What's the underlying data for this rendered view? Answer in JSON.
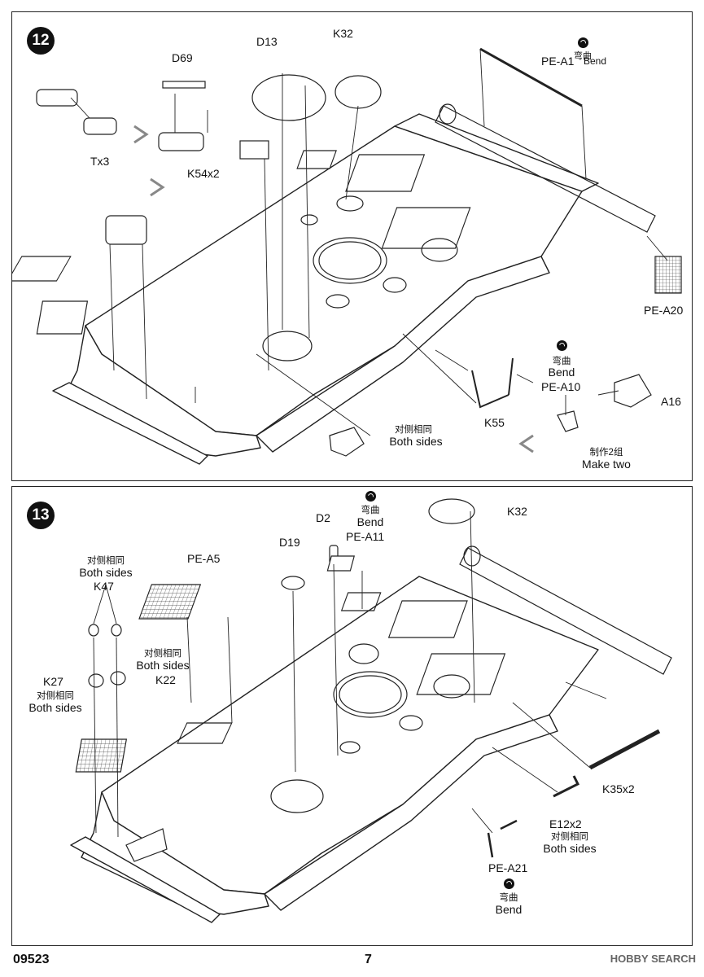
{
  "step12": {
    "number": "12",
    "labels": {
      "d13": "D13",
      "k32": "K32",
      "d69": "D69",
      "pe_a1": "PE-A1",
      "pe_a1_bend_cn": "弯曲",
      "pe_a1_bend": "Bend",
      "tx3": "Tx3",
      "k54x2": "K54x2",
      "pe_a20": "PE-A20",
      "pe_a10_bend_cn": "弯曲",
      "pe_a10_bend": "Bend",
      "pe_a10": "PE-A10",
      "a16": "A16",
      "k55": "K55",
      "both_sides_cn": "对侧相同",
      "both_sides": "Both sides",
      "make_two_cn": "制作2组",
      "make_two": "Make two"
    }
  },
  "step13": {
    "number": "13",
    "labels": {
      "k32": "K32",
      "d2": "D2",
      "pe_a11_bend_cn": "弯曲",
      "pe_a11_bend": "Bend",
      "pe_a11": "PE-A11",
      "d19": "D19",
      "pe_a5": "PE-A5",
      "k47_both_cn": "对侧相同",
      "k47_both": "Both sides",
      "k47": "K47",
      "k22_both_cn": "对侧相同",
      "k22_both": "Both sides",
      "k27": "K27",
      "k22": "K22",
      "k27_both_cn": "对侧相同",
      "k27_both": "Both sides",
      "k35x2": "K35x2",
      "e12x2": "E12x2",
      "e12_both_cn": "对侧相同",
      "e12_both": "Both sides",
      "pe_a21": "PE-A21",
      "pe_a21_bend_cn": "弯曲",
      "pe_a21_bend": "Bend"
    }
  },
  "footer": {
    "code": "09523",
    "page": "7",
    "watermark": "HOBBY SEARCH"
  }
}
